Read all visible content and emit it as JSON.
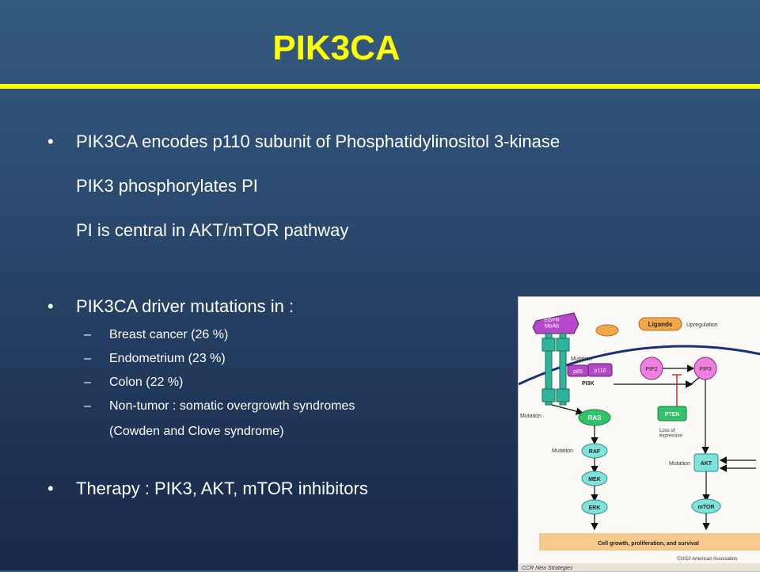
{
  "slide": {
    "title": "PIK3CA",
    "bullets": [
      {
        "lines": [
          "PIK3CA encodes p110 subunit of Phosphatidylinositol 3-kinase",
          "PIK3 phosphorylates PI",
          "PI is central in AKT/mTOR pathway"
        ]
      },
      {
        "lines": [
          "PIK3CA driver mutations in :"
        ],
        "subitems": [
          "Breast cancer (26 %)",
          "Endometrium (23 %)",
          "Colon (22 %)",
          "Non-tumor : somatic overgrowth syndromes",
          "(Cowden and Clove syndrome)"
        ]
      },
      {
        "lines": [
          "Therapy : PIK3, AKT, mTOR inhibitors"
        ]
      }
    ],
    "bullet_symbol": "•",
    "dash_symbol": "–"
  },
  "diagram": {
    "nodes": {
      "egfr": "EGFR\nMoAb",
      "ligands": "Ligands",
      "upregulation": "Upregulation",
      "mutation_top": "Mutation",
      "p85": "p85",
      "p110": "p110",
      "pi3k": "PI3K",
      "pip2": "PIP2",
      "pip3": "PIP3",
      "mutation_ras": "Mutation",
      "ras": "RAS",
      "pten": "PTEN",
      "loss_of_expression": "Loss of\nexpression",
      "mutation_raf": "Mutation",
      "raf": "RAF",
      "mutation_akt": "Mutation",
      "akt": "AKT",
      "mek": "MEK",
      "erk": "ERK",
      "mtor": "mTOR",
      "outcome": "Cell growth, proliferation, and survival",
      "copyright": "©2010 American Association",
      "source": "CCR New Strategies"
    },
    "colors": {
      "accent_yellow": "#ffff00",
      "purple": "#b548c8",
      "teal": "#2fb39a",
      "green": "#2fc46a",
      "light_teal": "#7fe3dc",
      "pink": "#f080e0",
      "orange": "#f4a64a",
      "band": "#f6c98f",
      "navy_line": "#1a2f7a",
      "inhibit_red": "#d83a3a"
    }
  }
}
